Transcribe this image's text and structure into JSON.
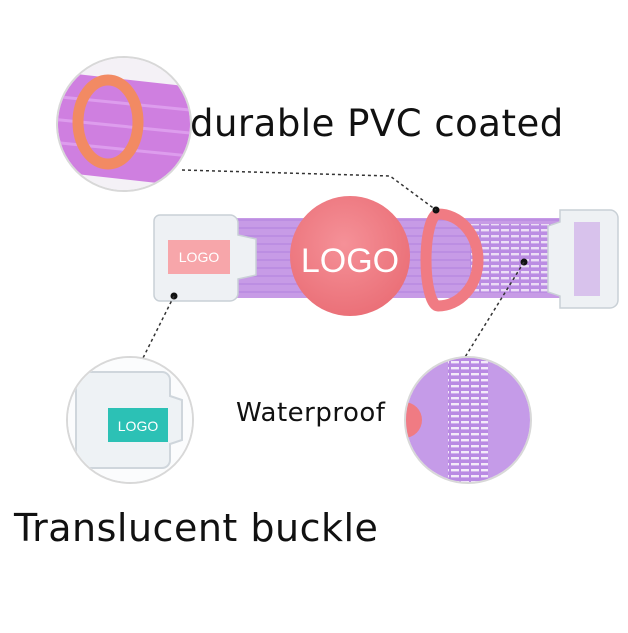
{
  "labels": {
    "pvc": "durable PVC coated",
    "waterproof": "Waterproof",
    "buckle": "Translucent buckle"
  },
  "logos": {
    "tag": "LOGO",
    "buckle_label": "LOGO",
    "inset_label": "LOGO"
  },
  "colors": {
    "strap": "#c79be6",
    "strap_dark": "#a776d4",
    "tag": "#f27c82",
    "ring": "#f07b83",
    "inset_label": "#2cc1b5",
    "buckle": "#eef1f4"
  }
}
